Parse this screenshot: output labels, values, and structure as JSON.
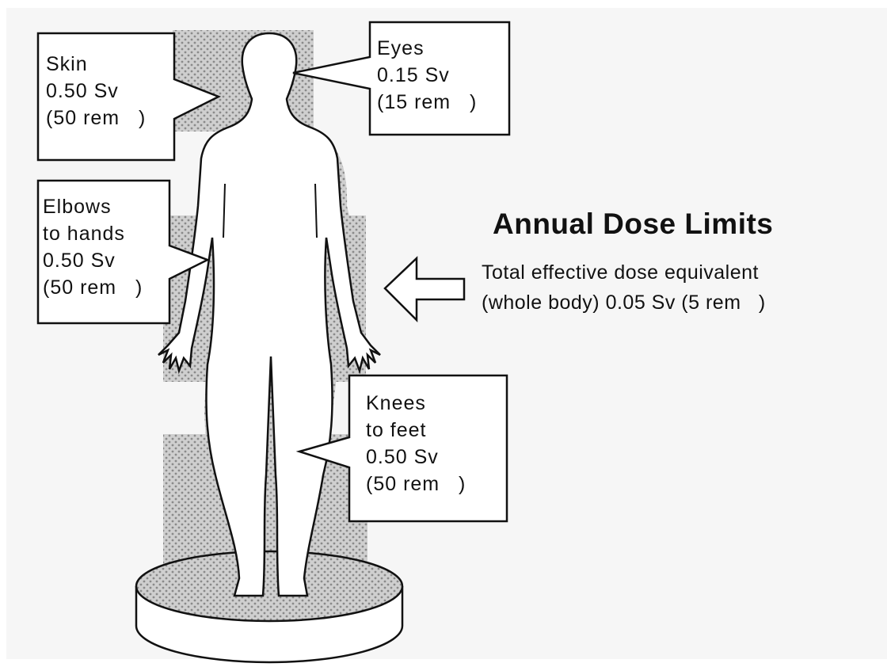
{
  "title": "Annual Dose Limits",
  "subtitle": {
    "line1": "Total effective dose equivalent",
    "line2": "(whole body) 0.05 Sv (5 rem   )"
  },
  "callouts": {
    "skin": {
      "line1": "Skin",
      "line2": "0.50 Sv",
      "line3": "(50 rem   )"
    },
    "eyes": {
      "line1": "Eyes",
      "line2": "0.15 Sv",
      "line3": "(15 rem   )"
    },
    "elbows": {
      "line1": "Elbows",
      "line2": "to hands",
      "line3": "0.50 Sv",
      "line4": "(50 rem   )"
    },
    "knees": {
      "line1": "Knees",
      "line2": "to feet",
      "line3": "0.50 Sv",
      "line4": "(50 rem   )"
    }
  },
  "colors": {
    "shade": "#c8c8c8",
    "dot": "#8f8f8f",
    "outline": "#111111"
  },
  "icons": [
    "human-figure-icon",
    "pedestal-icon",
    "left-arrow-icon"
  ]
}
